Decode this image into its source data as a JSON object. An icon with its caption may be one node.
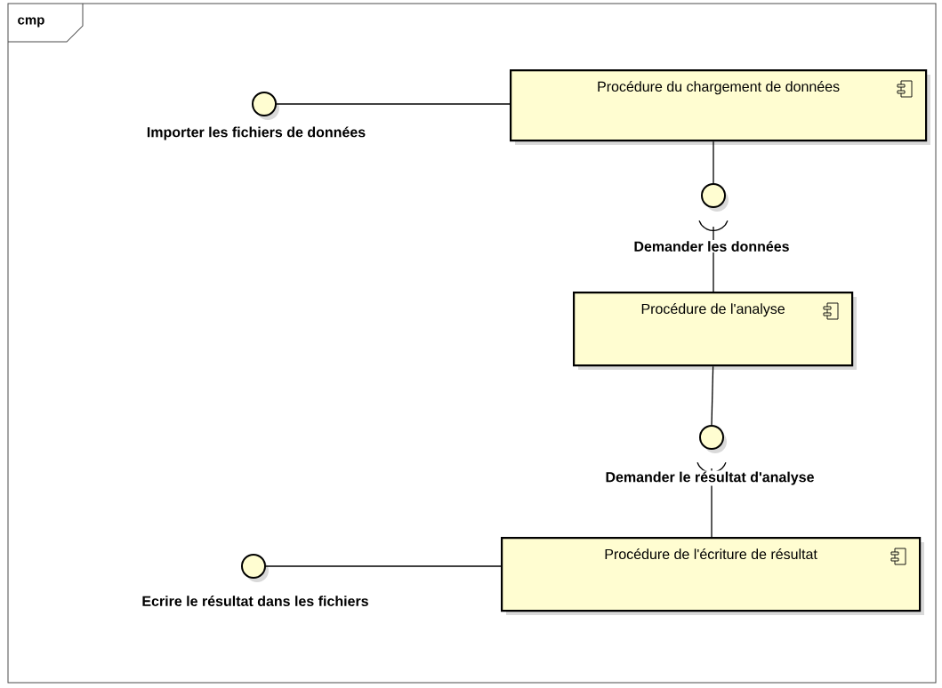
{
  "diagram": {
    "title": "cmp",
    "nodes": [
      {
        "text": [
          "Importer les fichiers de données"
        ]
      },
      {
        "text": [
          "Procédure du chargement de données"
        ]
      },
      {
        "text": [
          "Demander les données"
        ]
      },
      {
        "text": [
          "Procédure de l'analyse"
        ]
      },
      {
        "text": [
          "Demander le résultat d'analyse"
        ]
      },
      {
        "text": [
          "Procédure de l'écriture de résultat"
        ]
      },
      {
        "text": [
          "Ecrire le résultat dans les fichiers"
        ]
      }
    ],
    "edges": [
      {
        "from": 0,
        "to": 1,
        "arrow": "none"
      },
      {
        "from": 1,
        "to": 2,
        "arrow": "none"
      },
      {
        "from": 3,
        "to": 2,
        "arrow": "none"
      },
      {
        "from": 3,
        "to": 4,
        "arrow": "none"
      },
      {
        "from": 5,
        "to": 4,
        "arrow": "none"
      },
      {
        "from": 6,
        "to": 5,
        "arrow": "none"
      }
    ]
  }
}
